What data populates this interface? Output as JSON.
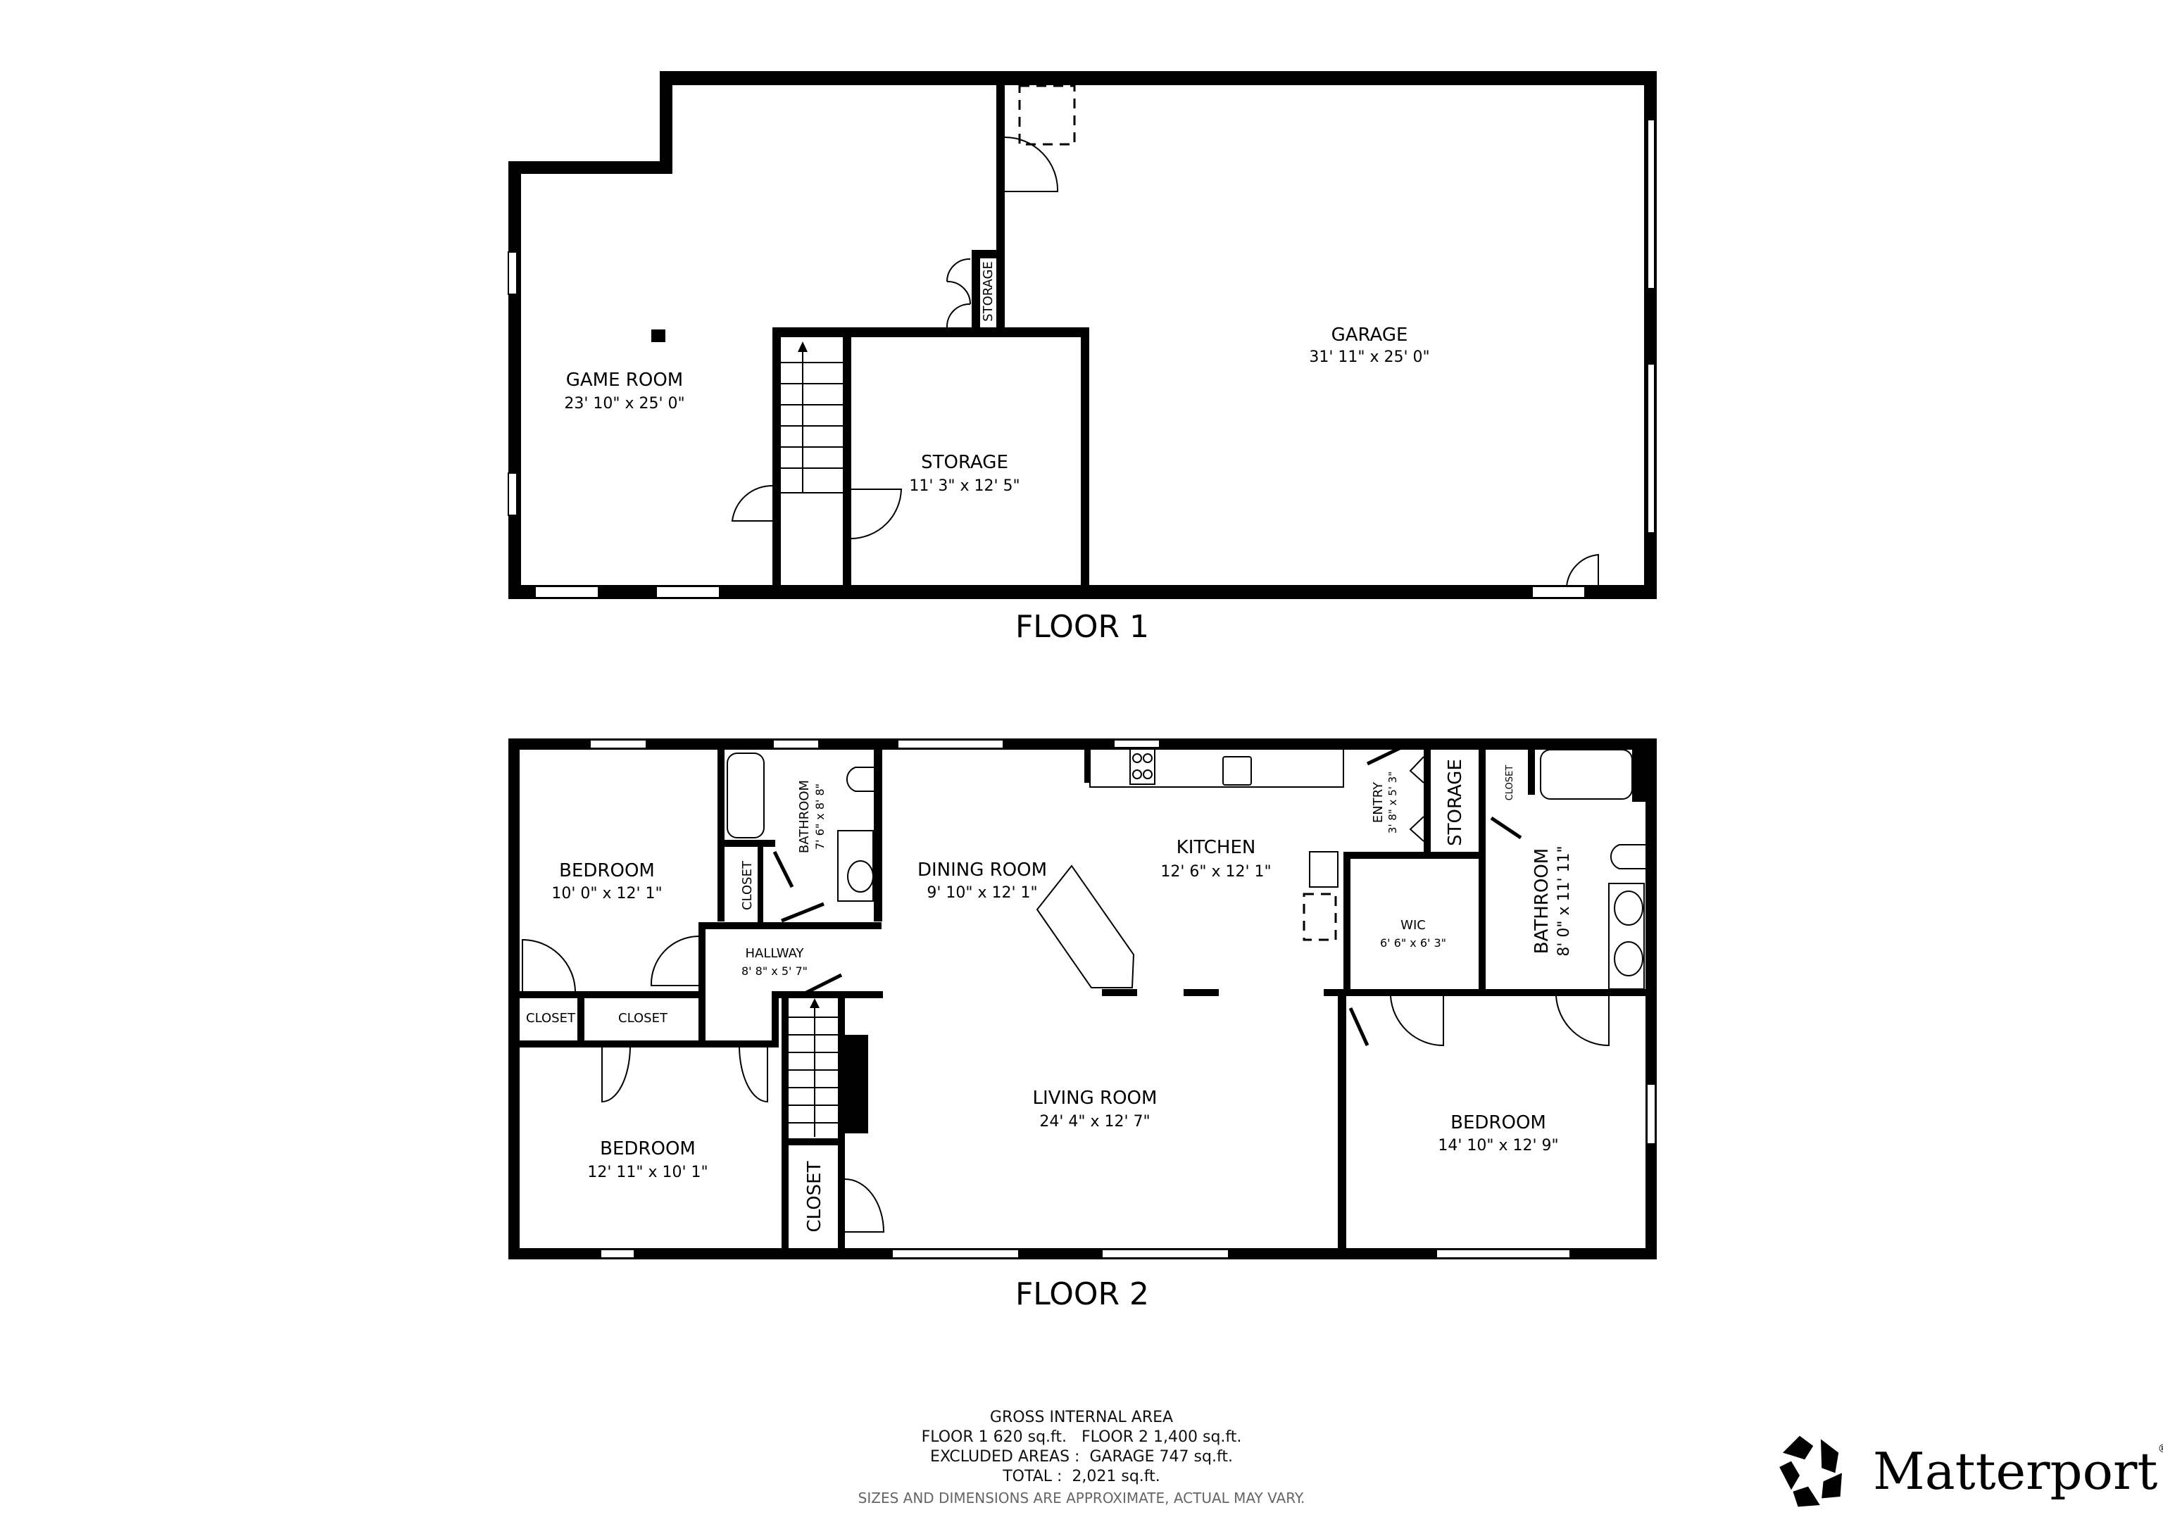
{
  "floors": [
    {
      "title": "FLOOR 1",
      "rooms": [
        {
          "name": "GAME ROOM",
          "dims": "23' 10\" x 25' 0\""
        },
        {
          "name": "STORAGE",
          "dims": "11' 3\" x 12' 5\""
        },
        {
          "name": "STORAGE",
          "dims": ""
        },
        {
          "name": "GARAGE",
          "dims": "31' 11\" x 25' 0\""
        }
      ]
    },
    {
      "title": "FLOOR 2",
      "rooms": [
        {
          "name": "BEDROOM",
          "dims": "10' 0\" x 12' 1\""
        },
        {
          "name": "BATHROOM",
          "dims": "7' 6\" x 8' 8\""
        },
        {
          "name": "CLOSET",
          "dims": ""
        },
        {
          "name": "DINING ROOM",
          "dims": "9' 10\" x 12' 1\""
        },
        {
          "name": "KITCHEN",
          "dims": "12' 6\" x 12' 1\""
        },
        {
          "name": "ENTRY",
          "dims": "3' 8\" x 5' 3\""
        },
        {
          "name": "STORAGE",
          "dims": ""
        },
        {
          "name": "CLOSET",
          "dims": ""
        },
        {
          "name": "BATHROOM",
          "dims": "8' 0\" x 11' 11\""
        },
        {
          "name": "WIC",
          "dims": "6' 6\" x 6' 3\""
        },
        {
          "name": "HALLWAY",
          "dims": "8' 8\" x 5' 7\""
        },
        {
          "name": "CLOSET",
          "dims": ""
        },
        {
          "name": "CLOSET",
          "dims": ""
        },
        {
          "name": "BEDROOM",
          "dims": "12' 11\" x 10' 1\""
        },
        {
          "name": "CLOSET",
          "dims": ""
        },
        {
          "name": "LIVING ROOM",
          "dims": "24' 4\" x 12' 7\""
        },
        {
          "name": "BEDROOM",
          "dims": "14' 10\" x 12' 9\""
        }
      ]
    }
  ],
  "summary": {
    "heading": "GROSS INTERNAL AREA",
    "floor_areas": "FLOOR 1 620 sq.ft.   FLOOR 2 1,400 sq.ft.",
    "excluded": "EXCLUDED AREAS :  GARAGE 747 sq.ft.",
    "total": "TOTAL :  2,021 sq.ft.",
    "disclaimer": "SIZES AND DIMENSIONS ARE APPROXIMATE, ACTUAL MAY VARY."
  },
  "brand": {
    "name": "Matterport",
    "registered": "®",
    "logo_icon": "matterport-pentagon-icon"
  }
}
